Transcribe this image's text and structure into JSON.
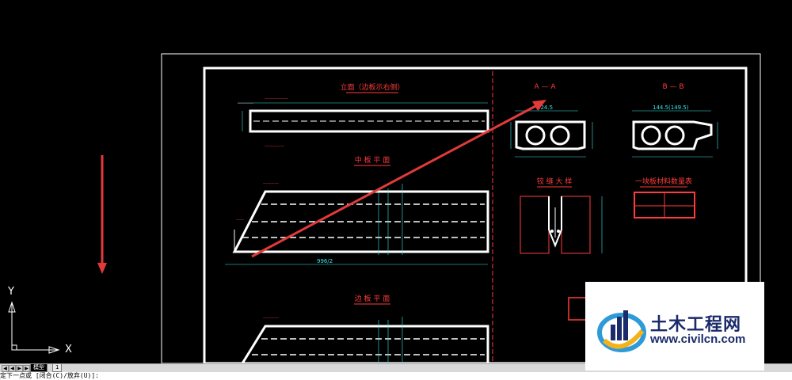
{
  "drawing": {
    "elevation_title": "立面（边板示右侧）",
    "middle_plan_title": "中 板 平 面",
    "edge_plan_title": "边 板 平 面",
    "section_a_title": "A — A",
    "section_b_title": "B — B",
    "hinge_title": "铰 缝 大 样",
    "table_title": "一块板材料数量表",
    "dim_span": "996/2",
    "dim_width": "124.5",
    "dim_width_b": "144.5(149.5)"
  },
  "ucs": {
    "x_label": "X",
    "y_label": "Y"
  },
  "layout_tabs": {
    "active": "模型",
    "inactive": "1"
  },
  "command_line": {
    "text": "定下一点或 [闭合(C)/放弃(U)]:"
  },
  "watermark": {
    "brand": "土木工程网",
    "site": "www.civilcn.com"
  },
  "colors": {
    "background": "#000000",
    "annotation_red": "#ff3b3b",
    "dimension_cyan": "#39e6e6",
    "geometry_white": "#ffffff"
  }
}
